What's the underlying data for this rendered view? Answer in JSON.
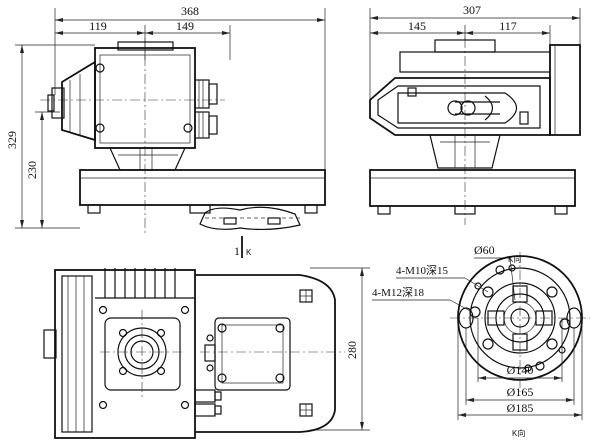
{
  "front_view": {
    "dim_total_width": "368",
    "dim_left": "119",
    "dim_right": "149",
    "dim_total_height": "329",
    "dim_partial_height": "230"
  },
  "side_view": {
    "dim_total_width": "307",
    "dim_left": "145",
    "dim_right": "117"
  },
  "section_mark": "1",
  "section_letter": "K",
  "top_view": {
    "dim_depth": "280"
  },
  "flange_view": {
    "bore_label": "Ø60",
    "thread_label_1": "4-M10深15",
    "thread_label_2": "4-M12深18",
    "top_letter": "K向",
    "dia_1": "Ø140",
    "dia_2": "Ø165",
    "dia_3": "Ø185",
    "bottom_letter": "K向"
  }
}
